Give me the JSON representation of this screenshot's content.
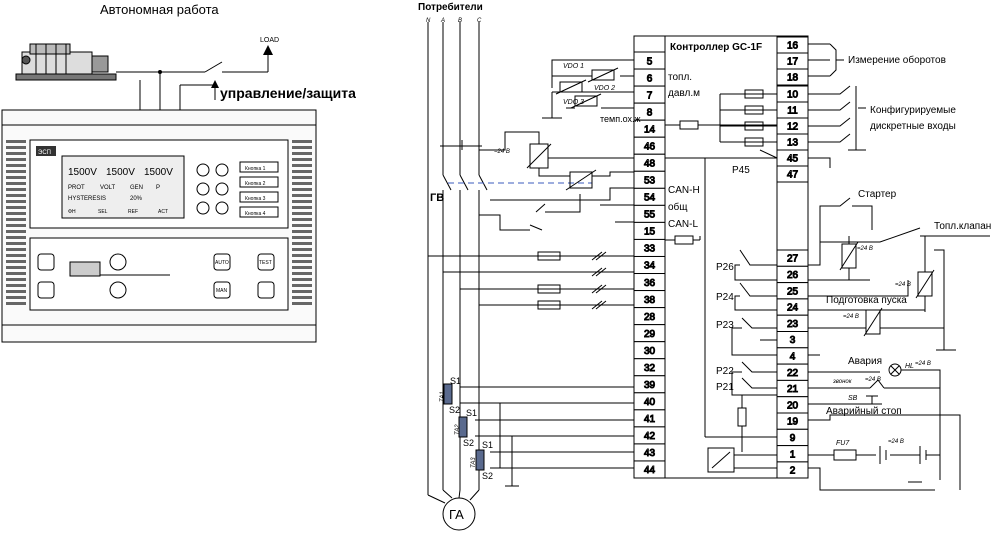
{
  "left_panel": {
    "title": "Автономная работа",
    "load_label": "LOAD",
    "control_label": "управление/защита",
    "controller": {
      "logo": "ЭСП",
      "lcd_values": [
        "1500V",
        "1500V",
        "1500V"
      ],
      "lcd_row2": [
        "PROT",
        "VOLT",
        "GEN",
        "P"
      ],
      "lcd_row3": [
        "HYSTERESIS",
        "20%"
      ],
      "lcd_row4": [
        "ΦH",
        "SEL",
        "REF",
        "ACT"
      ],
      "side_buttons": [
        "Кнопка 1",
        "Кнопка 2",
        "Кнопка 3",
        "Кнопка 4"
      ],
      "aux_buttons": [
        "AUTO",
        "TEST",
        "MAN"
      ]
    }
  },
  "diagram": {
    "consumers_label": "Потребители",
    "phase_labels": [
      "N",
      "A",
      "B",
      "C"
    ],
    "gv_label": "ГВ",
    "ga_label": "ГА",
    "controller_title": "Контроллер GC-1F",
    "left_terminals": [
      "5",
      "6",
      "7",
      "8",
      "14",
      "46",
      "48",
      "53",
      "54",
      "55",
      "15",
      "33",
      "34",
      "36",
      "38",
      "28",
      "29",
      "30",
      "32",
      "39",
      "40",
      "41",
      "42",
      "43",
      "44"
    ],
    "right_terminals": [
      "16",
      "17",
      "18",
      "10",
      "11",
      "12",
      "13",
      "45",
      "47",
      "27",
      "26",
      "25",
      "24",
      "23",
      "3",
      "4",
      "22",
      "21",
      "20",
      "19",
      "9",
      "1",
      "2"
    ],
    "inner_labels": {
      "t6": "топл.",
      "t7": "давл.м",
      "t14": "темп.ох.ж",
      "t53": "CAN-H",
      "t54": "общ",
      "t55": "CAN-L",
      "p45": "P45"
    },
    "sensor_labels": [
      "VDO 1",
      "VDO 2",
      "VDO 3"
    ],
    "v24": "=24 B",
    "right_labels": {
      "speed": "Измерение оборотов",
      "config_1": "Конфигурируемые",
      "config_2": "дискретные входы",
      "starter": "Стартер",
      "fuel_valve": "Топл.клапан",
      "prestart": "Подготовка пуска",
      "alarm": "Авария",
      "bell": "звонок",
      "hl": "HL",
      "sb": "SB",
      "estop": "Аварийный стоп",
      "fu": "FU7"
    },
    "relays": [
      "P26",
      "P24",
      "P23",
      "P22",
      "P21"
    ],
    "ct_labels": [
      "TA1",
      "TA2",
      "TA3"
    ],
    "s1": "S1",
    "s2": "S2"
  }
}
